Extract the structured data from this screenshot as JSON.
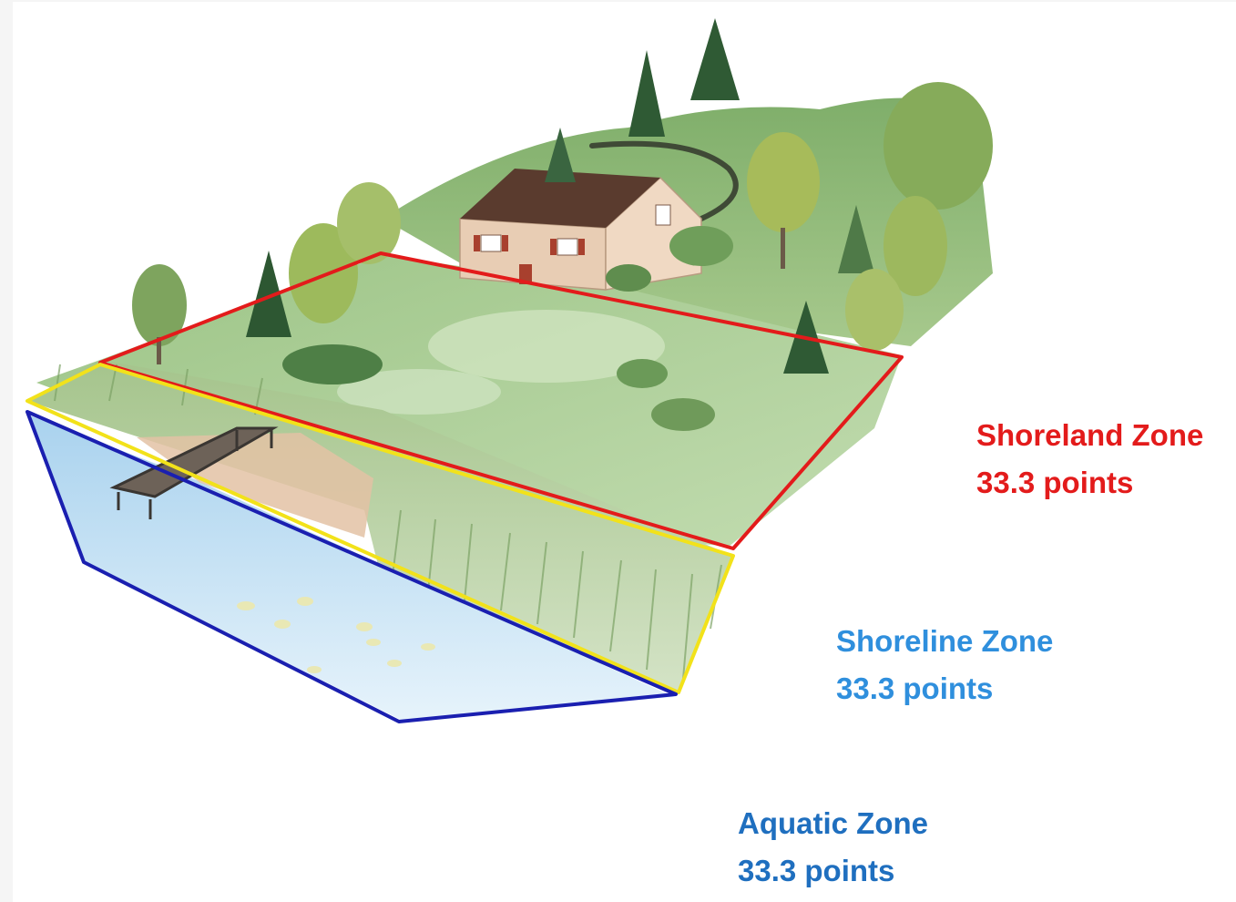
{
  "zones": [
    {
      "id": "shoreland",
      "name": "Shoreland Zone",
      "points": "33.3 points",
      "color": "#e31b1b",
      "outline_color": "#e31b1b"
    },
    {
      "id": "shoreline",
      "name": "Shoreline Zone",
      "points": "33.3 points",
      "color": "#2f8fdd",
      "outline_color": "#f2e21a"
    },
    {
      "id": "aquatic",
      "name": "Aquatic Zone",
      "points": "33.3 points",
      "color": "#1f6fbf",
      "outline_color": "#1a1fb0"
    }
  ]
}
